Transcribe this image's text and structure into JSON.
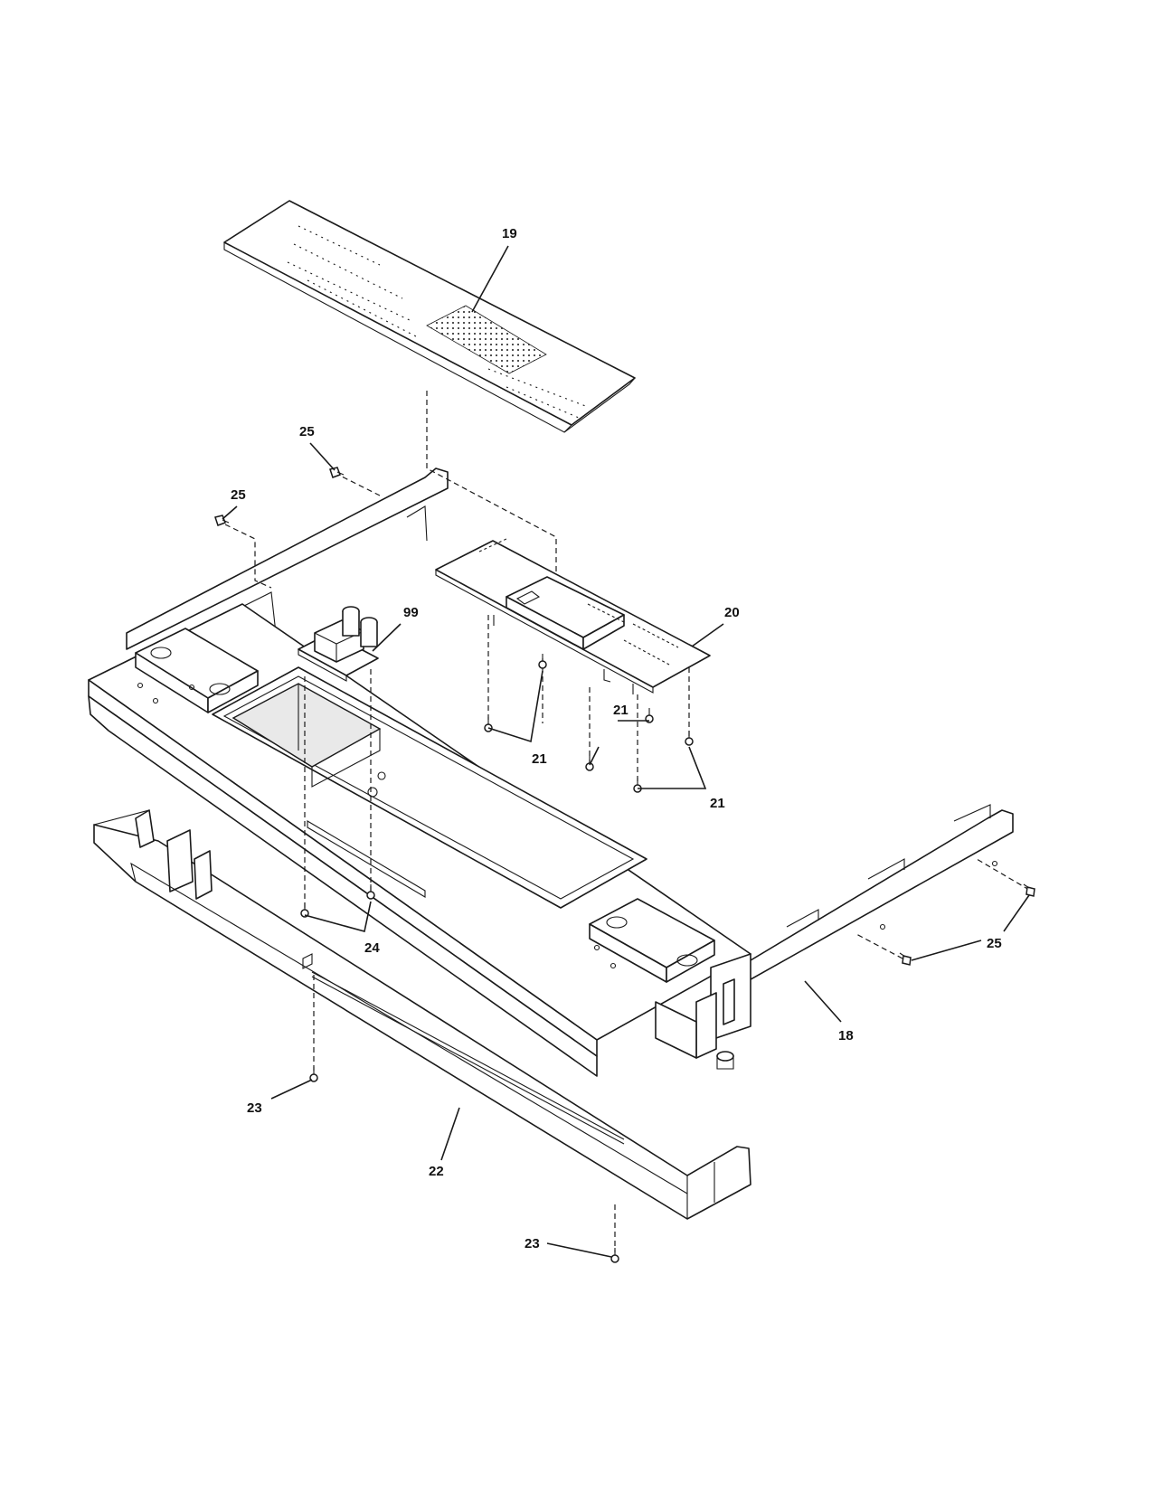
{
  "diagram": {
    "callouts": [
      {
        "id": "19",
        "label": "19"
      },
      {
        "id": "25a",
        "label": "25"
      },
      {
        "id": "25b",
        "label": "25"
      },
      {
        "id": "99",
        "label": "99"
      },
      {
        "id": "20",
        "label": "20"
      },
      {
        "id": "21a",
        "label": "21"
      },
      {
        "id": "21b",
        "label": "21"
      },
      {
        "id": "21c",
        "label": "21"
      },
      {
        "id": "24",
        "label": "24"
      },
      {
        "id": "25c",
        "label": "25"
      },
      {
        "id": "18",
        "label": "18"
      },
      {
        "id": "23a",
        "label": "23"
      },
      {
        "id": "22",
        "label": "22"
      },
      {
        "id": "23b",
        "label": "23"
      }
    ]
  }
}
